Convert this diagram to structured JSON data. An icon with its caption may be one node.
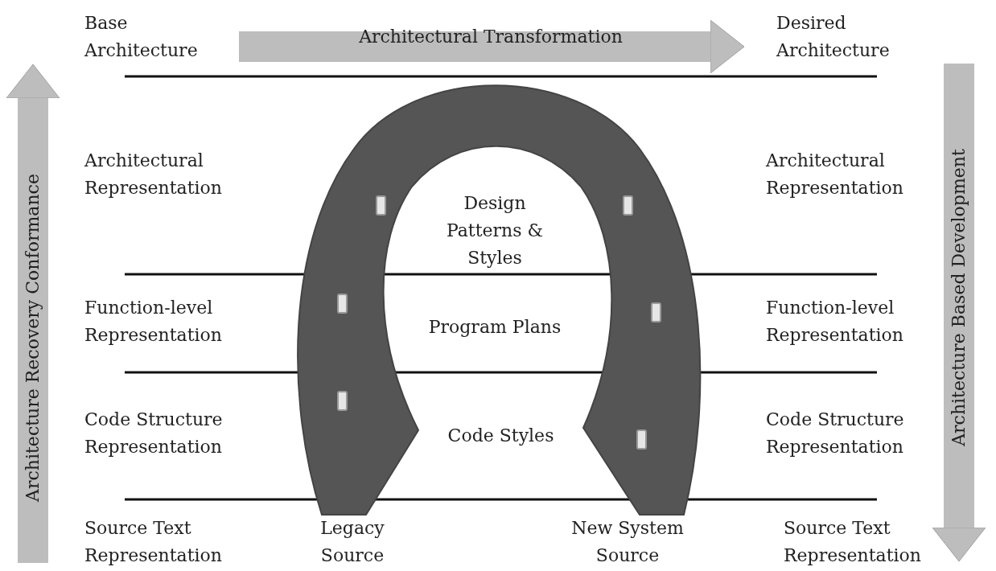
{
  "diagram": {
    "nodes": [
      {
        "text": [
          "Base Architecture"
        ]
      },
      {
        "text": [
          "Desired Architecture"
        ]
      },
      {
        "text": [
          "Source Text Representation"
        ]
      },
      {
        "text": [
          "Source Text Representation"
        ]
      }
    ],
    "edges": [
      {
        "from": 0,
        "to": 1,
        "arrow": "to",
        "label": "Architectural Transformation"
      },
      {
        "from": 2,
        "to": 0,
        "arrow": "to",
        "label": "Architecture Recovery Conformance"
      },
      {
        "from": 1,
        "to": 3,
        "arrow": "to",
        "label": "Architecture Based Development"
      }
    ],
    "labels": [
      "Architectural Representation",
      "Design Patterns & Styles",
      "Architectural Representation",
      "Function-level Representation",
      "Program Plans",
      "Function-level Representation",
      "Code Structure Representation",
      "Code Styles",
      "Code Structure Representation",
      "Legacy Source",
      "New System Source"
    ]
  }
}
